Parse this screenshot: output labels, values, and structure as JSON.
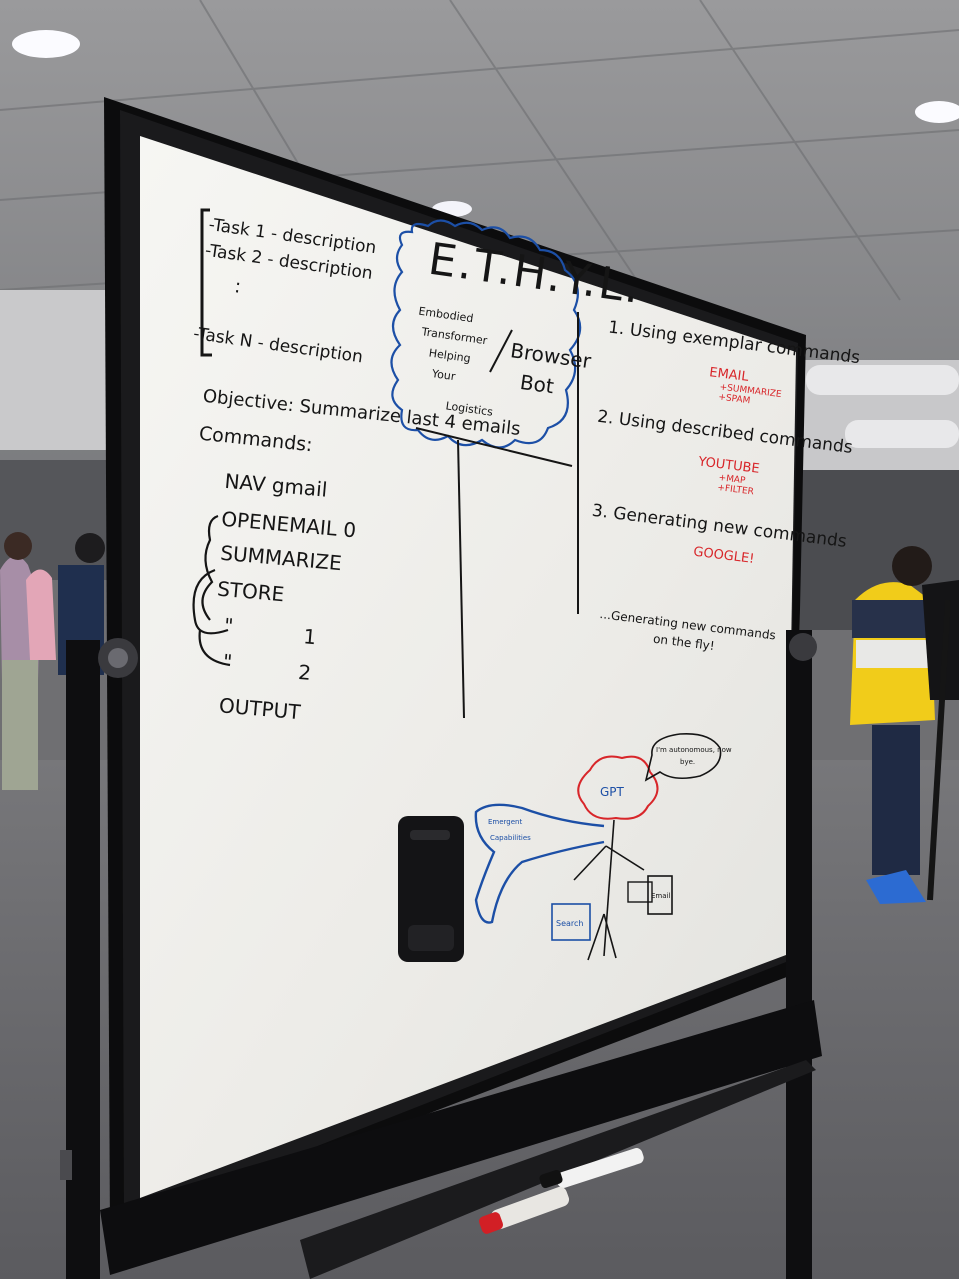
{
  "board": {
    "tasks": [
      "-Task 1 - description",
      "-Task 2 - description",
      ":",
      "-Task N - description"
    ],
    "title": "E.T.H.Y.L.",
    "acronym": [
      "Embodied",
      "Transformer",
      "Helping",
      "Your",
      "Logistics"
    ],
    "browser_bot": [
      "Browser",
      "Bot"
    ],
    "objective": "Objective: Summarize last 4 emails",
    "commands_label": "Commands:",
    "commands": [
      "NAV gmail",
      "OPENEMAIL 0",
      "SUMMARIZE",
      "STORE"
    ],
    "repeats": [
      {
        "ditto": "\"",
        "num": "1"
      },
      {
        "ditto": "\"",
        "num": "2"
      }
    ],
    "output": "OUTPUT",
    "steps": [
      {
        "text": "1. Using exemplar commands",
        "note": "EMAIL",
        "sub": [
          "+SUMMARIZE",
          "+SPAM"
        ]
      },
      {
        "text": "2. Using described commands",
        "note": "YOUTUBE",
        "sub": [
          "+MAP",
          "+FILTER"
        ]
      },
      {
        "text": "3. Generating new commands",
        "note": "GOOGLE!",
        "sub": []
      }
    ],
    "fly": [
      "...Generating new commands",
      "on the fly!"
    ],
    "drawing": {
      "gpt": "GPT",
      "speech": [
        "I'm autonomous, now",
        "bye."
      ],
      "emergent": [
        "Emergent",
        "Capabilities"
      ],
      "search": "Search",
      "email": "Email"
    }
  },
  "colors": {
    "ink": "#151515",
    "blue": "#1c4fa6",
    "red": "#d8262a",
    "board": "#f3f3ef",
    "frame": "#0c0c0d"
  }
}
